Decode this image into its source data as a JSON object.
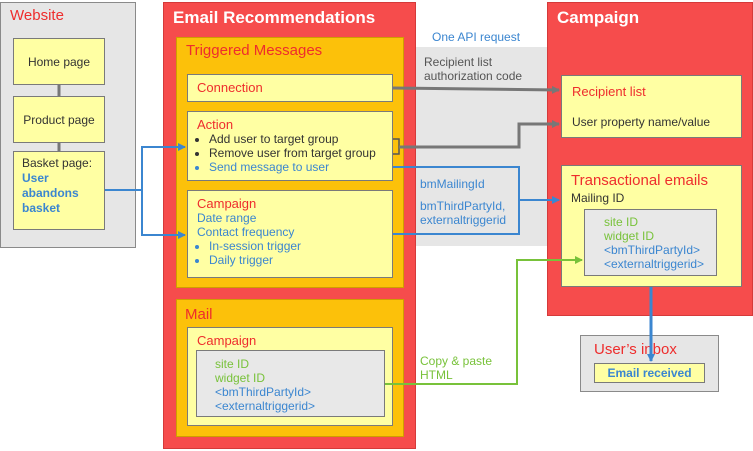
{
  "website": {
    "title": "Website",
    "home_page": "Home page",
    "product_page": "Product page",
    "basket_title": "Basket page:",
    "basket_detail": [
      "User",
      "abandons",
      "basket"
    ]
  },
  "email_rec": {
    "title": "Email Recommendations",
    "triggered": {
      "title": "Triggered Messages",
      "connection": "Connection",
      "action": {
        "title": "Action",
        "items": [
          "Add user to target group",
          "Remove user from target group"
        ],
        "highlight_item": "Send message to user"
      },
      "campaign": {
        "title": "Campaign",
        "lines": [
          "Date range",
          "Contact frequency"
        ],
        "items": [
          "In-session trigger",
          "Daily trigger"
        ]
      }
    },
    "mail": {
      "title": "Mail",
      "campaign_title": "Campaign",
      "green_lines": [
        "site ID",
        "widget ID"
      ],
      "blue_lines": [
        "<bmThirdPartyId>",
        "<externaltriggerid>"
      ]
    }
  },
  "api": {
    "header": "One API request",
    "auth_label": [
      "Recipient list",
      "authorization code"
    ],
    "mailing_label": "bmMailingId",
    "thirdparty_label": [
      "bmThirdPartyId,",
      "externaltriggerid"
    ],
    "copy_label": [
      "Copy & paste",
      "HTML"
    ]
  },
  "campaign": {
    "title": "Campaign",
    "recipient": {
      "title": "Recipient list",
      "detail": "User property name/value"
    },
    "transactional": {
      "title": "Transactional emails",
      "mailing_id": "Mailing ID",
      "green_lines": [
        "site ID",
        "widget ID"
      ],
      "blue_lines": [
        "<bmThirdPartyId>",
        "<externaltriggerid>"
      ]
    }
  },
  "inbox": {
    "title": "User’s inbox",
    "received": "Email received"
  },
  "colors": {
    "red": "#f64c4c",
    "orange": "#fcc10a",
    "yellow": "#ffffa3",
    "gray": "#e6e6e6",
    "blue": "#3b86d0",
    "green": "#78c23a",
    "connector_gray": "#777777"
  }
}
